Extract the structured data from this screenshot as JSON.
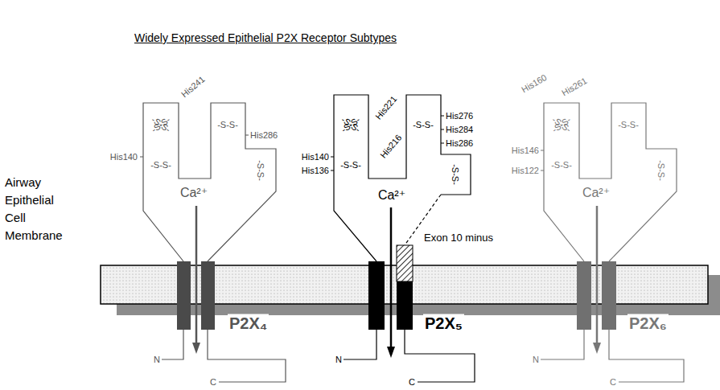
{
  "diagram": {
    "title": "Widely Expressed Epithelial P2X Receptor Subtypes",
    "labels": [
      "Airway Epithelial Cell Membrane",
      "His241",
      "-S-S-",
      "-S-S-",
      "His140",
      "-S-S-",
      "-S-S-",
      "His286",
      "-S-S-",
      "Ca²⁺",
      "P2X₄",
      "N",
      "C",
      "His221",
      "His216",
      "-S-S-",
      "-S-S-",
      "His140",
      "His136",
      "-S-S-",
      "-S-S-",
      "His276",
      "His284",
      "His286",
      "-S-S-",
      "Ca²⁺",
      "Exon 10 minus",
      "P2X₅",
      "N",
      "C",
      "His160",
      "His261",
      "His146",
      "His122",
      "-S-S-",
      "-S-S-",
      "-S-S-",
      "-S-S-",
      "-S-S-",
      "Ca²⁺",
      "P2X₆",
      "N",
      "C"
    ]
  }
}
